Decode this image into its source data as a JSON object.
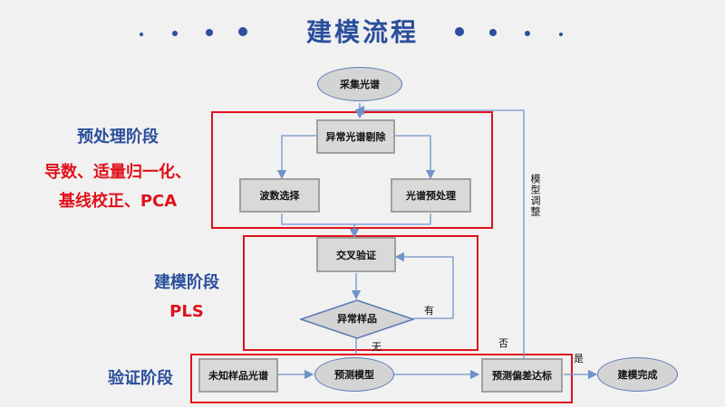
{
  "title": "建模流程",
  "stages": {
    "preprocess": {
      "label": "预处理阶段",
      "detail_line1": "导数、适量归一化、",
      "detail_line2": "基线校正、PCA"
    },
    "modeling": {
      "label": "建模阶段",
      "detail": "PLS"
    },
    "validation": {
      "label": "验证阶段"
    }
  },
  "nodes": {
    "collect": "采集光谱",
    "outlier_spectra": "异常光谱剔除",
    "band_select": "波数选择",
    "spectra_preprocess": "光谱预处理",
    "cross_validation": "交叉验证",
    "outlier_samples": "异常样品",
    "unknown_spectra": "未知样品光谱",
    "predict_model": "预测模型",
    "deviation_check": "预测偏差达标",
    "done": "建模完成"
  },
  "edge_labels": {
    "yes_has": "有",
    "no_none": "无",
    "no": "否",
    "yes": "是",
    "model_adjust": "模型调整"
  },
  "colors": {
    "accent": "#2b4f9c",
    "red": "#e0111b",
    "arrow": "#6f93c9"
  }
}
